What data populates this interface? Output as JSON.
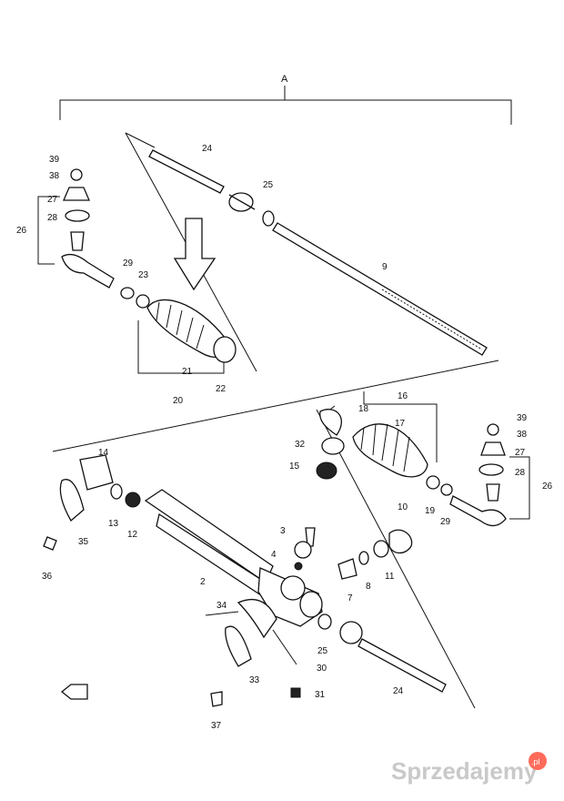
{
  "diagram": {
    "assembly_label": "A",
    "callouts": [
      "2",
      "3",
      "4",
      "7",
      "8",
      "9",
      "10",
      "11",
      "12",
      "13",
      "14",
      "15",
      "16",
      "17",
      "18",
      "19",
      "20",
      "21",
      "22",
      "23",
      "24",
      "25",
      "26",
      "27",
      "28",
      "29",
      "30",
      "31",
      "32",
      "33",
      "34",
      "35",
      "36",
      "37",
      "38",
      "39"
    ],
    "watermark": "Sprzedajemy",
    "watermark_tld": ".pl"
  }
}
